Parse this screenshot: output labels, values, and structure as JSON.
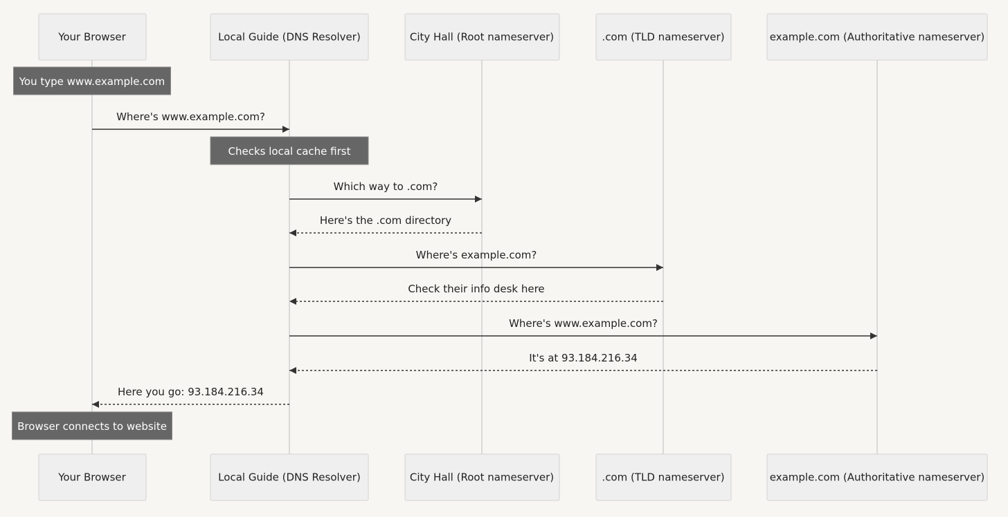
{
  "participants": [
    {
      "id": "browser",
      "label": "Your Browser"
    },
    {
      "id": "resolver",
      "label": "Local Guide (DNS Resolver)"
    },
    {
      "id": "root",
      "label": "City Hall (Root nameserver)"
    },
    {
      "id": "tld",
      "label": ".com (TLD nameserver)"
    },
    {
      "id": "auth",
      "label": "example.com (Authoritative nameserver)"
    }
  ],
  "steps": [
    {
      "kind": "note",
      "over": "browser",
      "text": "You type www.example.com"
    },
    {
      "kind": "message",
      "from": "browser",
      "to": "resolver",
      "style": "solid",
      "text": "Where's www.example.com?"
    },
    {
      "kind": "note",
      "over": "resolver",
      "text": "Checks local cache first"
    },
    {
      "kind": "message",
      "from": "resolver",
      "to": "root",
      "style": "solid",
      "text": "Which way to .com?"
    },
    {
      "kind": "message",
      "from": "root",
      "to": "resolver",
      "style": "dashed",
      "text": "Here's the .com directory"
    },
    {
      "kind": "message",
      "from": "resolver",
      "to": "tld",
      "style": "solid",
      "text": "Where's example.com?"
    },
    {
      "kind": "message",
      "from": "tld",
      "to": "resolver",
      "style": "dashed",
      "text": "Check their info desk here"
    },
    {
      "kind": "message",
      "from": "resolver",
      "to": "auth",
      "style": "solid",
      "text": "Where's www.example.com?"
    },
    {
      "kind": "message",
      "from": "auth",
      "to": "resolver",
      "style": "dashed",
      "text": "It's at 93.184.216.34"
    },
    {
      "kind": "message",
      "from": "resolver",
      "to": "browser",
      "style": "dashed",
      "text": "Here you go: 93.184.216.34"
    },
    {
      "kind": "note",
      "over": "browser",
      "text": "Browser connects to website"
    }
  ],
  "colors": {
    "background": "#f7f6f2",
    "participant_fill": "#efefef",
    "participant_stroke": "#d3d3d3",
    "lifeline": "#cfcfcf",
    "arrow": "#333333",
    "note_fill": "#666666",
    "note_text": "#ffffff"
  }
}
